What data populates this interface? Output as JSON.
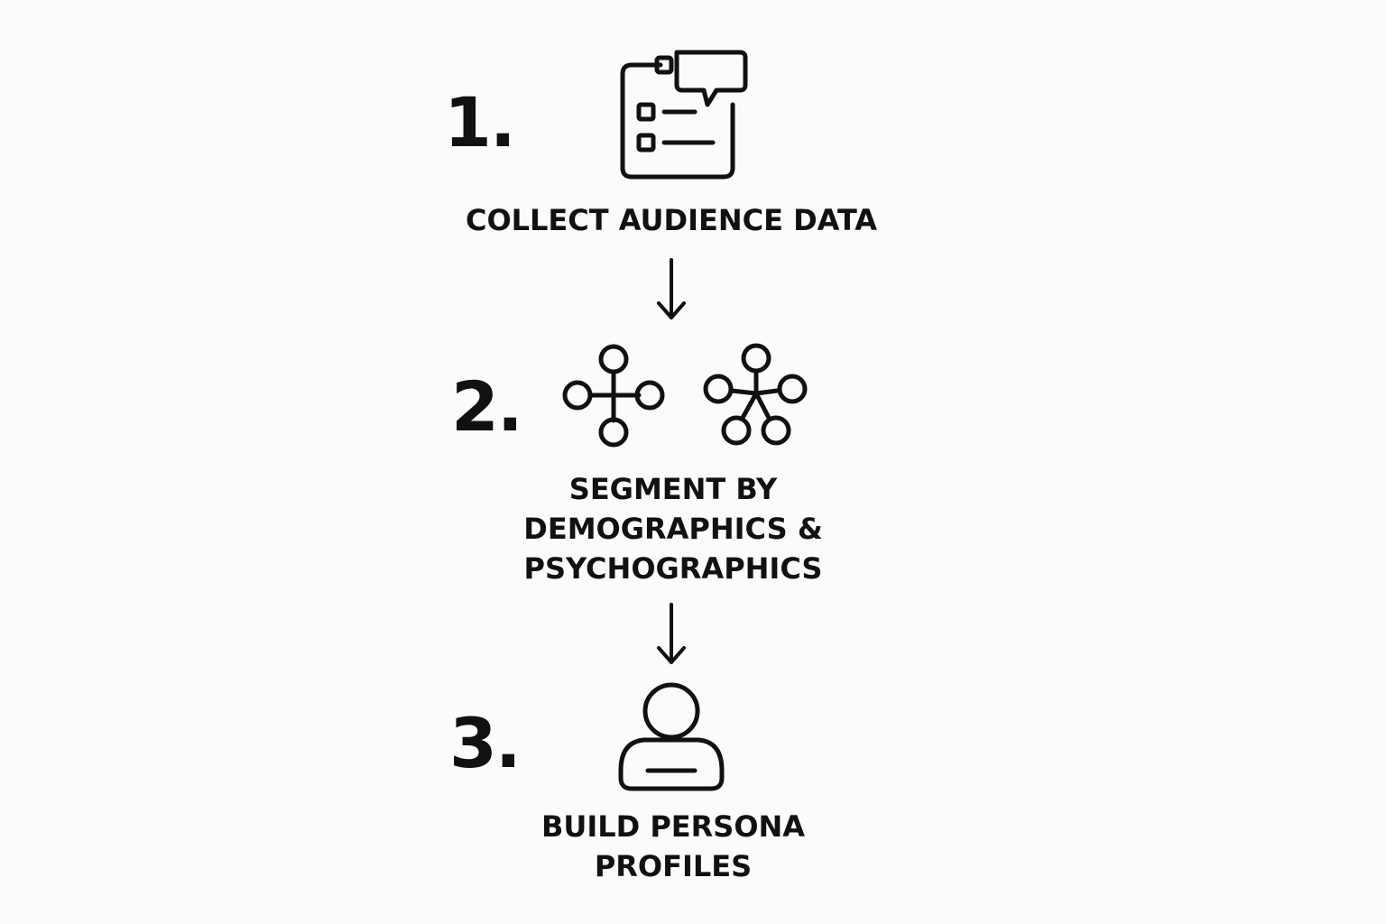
{
  "steps": [
    {
      "number": "1.",
      "icon": "survey-clipboard-chat-icon",
      "label_lines": [
        "COLLECT AUDIENCE DATA"
      ]
    },
    {
      "number": "2.",
      "icon": "segment-network-icons",
      "label_lines": [
        "SEGMENT BY",
        "DEMOGRAPHICS &",
        "PSYCHOGRAPHICS"
      ]
    },
    {
      "number": "3.",
      "icon": "person-profile-icon",
      "label_lines": [
        "BUILD PERSONA",
        "PROFILES"
      ]
    }
  ],
  "colors": {
    "background": "#fbfbfb",
    "ink": "#111111"
  }
}
